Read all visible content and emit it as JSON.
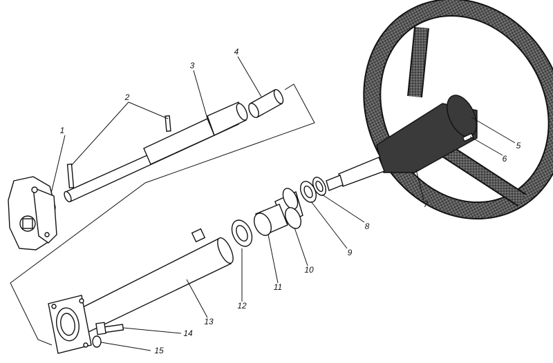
{
  "diagram": {
    "callouts": [
      {
        "id": "1",
        "text": "1"
      },
      {
        "id": "2",
        "text": "2"
      },
      {
        "id": "3",
        "text": "3"
      },
      {
        "id": "4",
        "text": "4"
      },
      {
        "id": "5",
        "text": "5"
      },
      {
        "id": "6",
        "text": "6"
      },
      {
        "id": "7",
        "text": "7"
      },
      {
        "id": "8",
        "text": "8"
      },
      {
        "id": "9",
        "text": "9"
      },
      {
        "id": "10",
        "text": "10"
      },
      {
        "id": "11",
        "text": "11"
      },
      {
        "id": "12",
        "text": "12"
      },
      {
        "id": "13",
        "text": "13"
      },
      {
        "id": "14",
        "text": "14"
      },
      {
        "id": "15",
        "text": "15"
      }
    ],
    "parts": [
      {
        "id": "steering-gear-housing"
      },
      {
        "id": "pins"
      },
      {
        "id": "steering-shaft"
      },
      {
        "id": "shaft-sleeve"
      },
      {
        "id": "horn-button"
      },
      {
        "id": "contact"
      },
      {
        "id": "steering-wheel"
      },
      {
        "id": "nut"
      },
      {
        "id": "washer"
      },
      {
        "id": "spring"
      },
      {
        "id": "bearing-race"
      },
      {
        "id": "bearing"
      },
      {
        "id": "column-tube"
      },
      {
        "id": "bolt"
      },
      {
        "id": "lock-washer"
      }
    ]
  }
}
